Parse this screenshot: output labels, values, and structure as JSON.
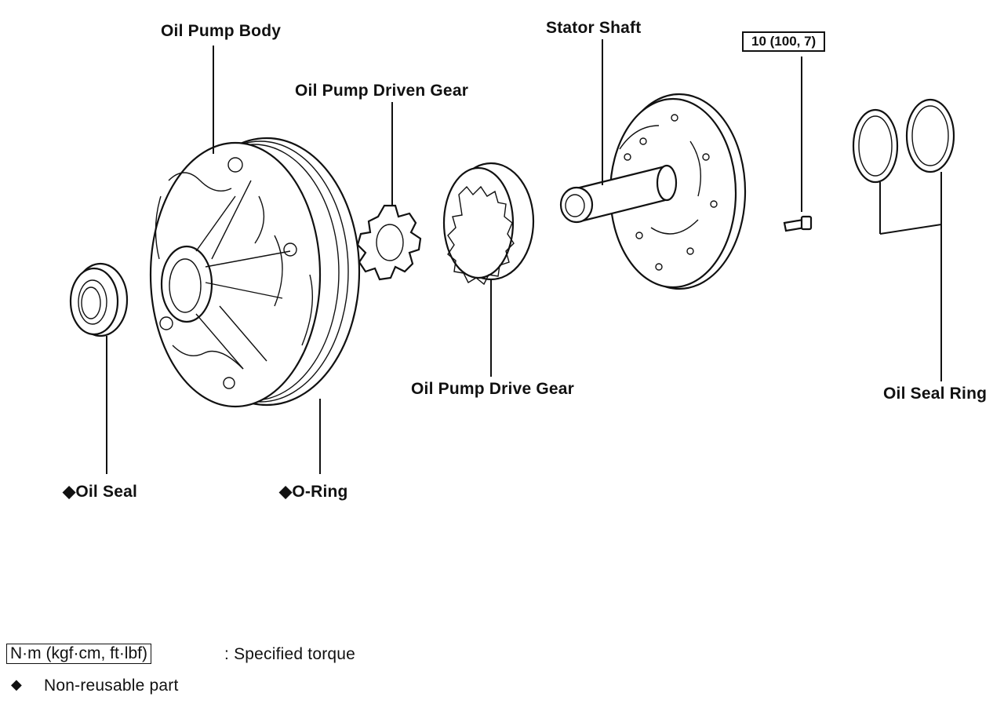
{
  "labels": {
    "oil_pump_body": "Oil Pump Body",
    "oil_pump_driven_gear": "Oil Pump Driven Gear",
    "stator_shaft": "Stator Shaft",
    "torque_spec": "10 (100, 7)",
    "oil_pump_drive_gear": "Oil Pump Drive Gear",
    "oil_seal_ring": "Oil Seal Ring",
    "oil_seal": "◆Oil Seal",
    "o_ring": "◆O-Ring"
  },
  "legend": {
    "torque_units": "N·m (kgf·cm, ft·lbf)",
    "torque_desc": ":  Specified torque",
    "nonreusable_symbol": "◆",
    "nonreusable_desc": "Non-reusable part"
  }
}
